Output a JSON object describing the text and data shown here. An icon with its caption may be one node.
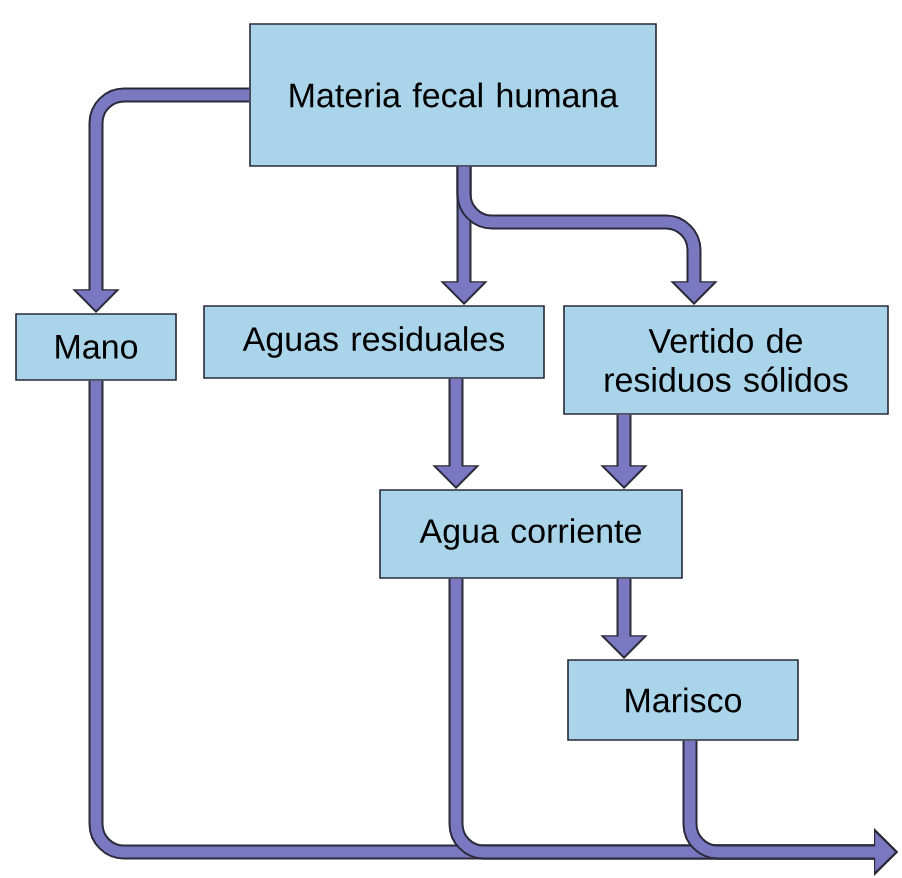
{
  "diagram": {
    "nodes": [
      {
        "text": [
          "Materia fecal humana"
        ]
      },
      {
        "text": [
          "Mano"
        ]
      },
      {
        "text": [
          "Aguas residuales"
        ]
      },
      {
        "text": [
          "Vertido de residuos sólidos"
        ]
      },
      {
        "text": [
          "Agua corriente"
        ]
      },
      {
        "text": [
          "Marisco"
        ]
      }
    ],
    "edges": [
      {
        "from": 0,
        "to": 1,
        "arrow": "to"
      },
      {
        "from": 0,
        "to": 2,
        "arrow": "to"
      },
      {
        "from": 0,
        "to": 3,
        "arrow": "to"
      },
      {
        "from": 2,
        "to": 4,
        "arrow": "to"
      },
      {
        "from": 3,
        "to": 4,
        "arrow": "to"
      },
      {
        "from": 4,
        "to": 5,
        "arrow": "to"
      },
      {
        "from": 1,
        "to": null,
        "arrow": "to"
      },
      {
        "from": 4,
        "to": null,
        "arrow": "to"
      },
      {
        "from": 5,
        "to": null,
        "arrow": "to"
      }
    ]
  }
}
